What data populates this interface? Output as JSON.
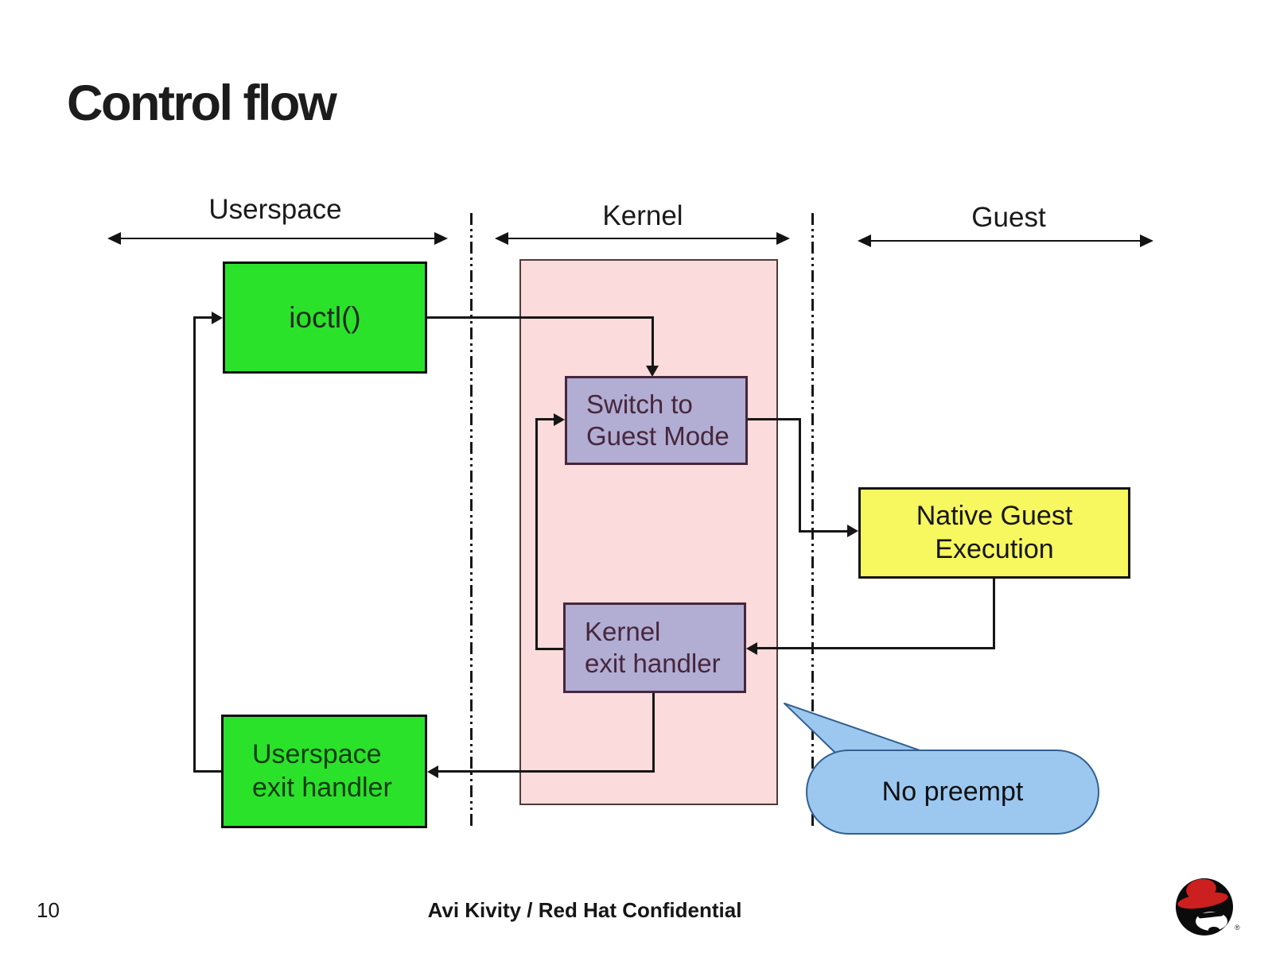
{
  "slide": {
    "title": "Control flow",
    "page_number": "10",
    "footer": "Avi Kivity / Red Hat Confidential"
  },
  "regions": {
    "userspace": "Userspace",
    "kernel": "Kernel",
    "guest": "Guest"
  },
  "nodes": {
    "ioctl": {
      "label": "ioctl()"
    },
    "switch_to_guest_mode": {
      "line1": "Switch to",
      "line2": "Guest Mode"
    },
    "native_guest_execution": {
      "line1": "Native Guest",
      "line2": "Execution"
    },
    "kernel_exit_handler": {
      "line1": "Kernel",
      "line2": "exit handler"
    },
    "userspace_exit_handler": {
      "line1": "Userspace",
      "line2": "exit handler"
    }
  },
  "callout": {
    "text": "No preempt"
  },
  "icons": {
    "logo": "redhat-shadowman-logo"
  },
  "colors": {
    "box_green": "#2be22b",
    "box_yellow": "#f7f75f",
    "box_purple": "#b2add3",
    "purple_border": "#46273c",
    "kernel_region_pink": "#fbdbdb",
    "callout_blue": "#9cc8f0",
    "callout_border": "#33608f",
    "connector": "#161616",
    "logo_red": "#cc1f1f"
  }
}
